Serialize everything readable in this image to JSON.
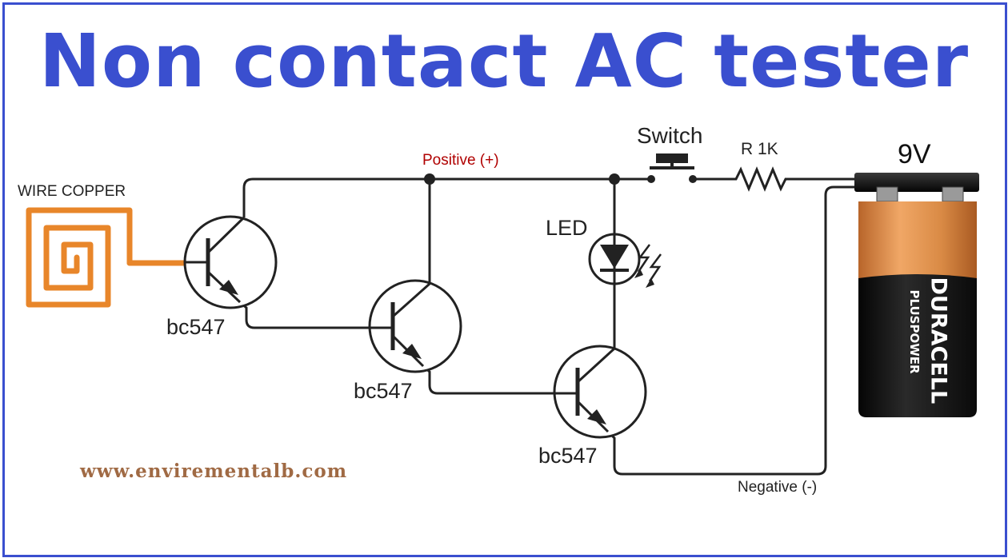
{
  "title": "Non contact AC tester",
  "labels": {
    "wire": "WIRE COPPER",
    "positive": "Positive (+)",
    "switch": "Switch",
    "resistor": "R 1K",
    "battery_voltage": "9V",
    "led": "LED",
    "transistor_1": "bc547",
    "transistor_2": "bc547",
    "transistor_3": "bc547",
    "negative": "Negative (-)",
    "website": "www.envirementalb.com"
  },
  "battery": {
    "brand": "DURACELL",
    "model": "PLUSPOWER"
  },
  "colors": {
    "title": "#3a4fcf",
    "frame": "#3a4fcf",
    "wire_copper": "#e8862a",
    "wire": "#222222",
    "positive_label": "#b00000",
    "battery_copper": "#d98a45",
    "battery_black": "#141414",
    "website": "#a06a44"
  }
}
